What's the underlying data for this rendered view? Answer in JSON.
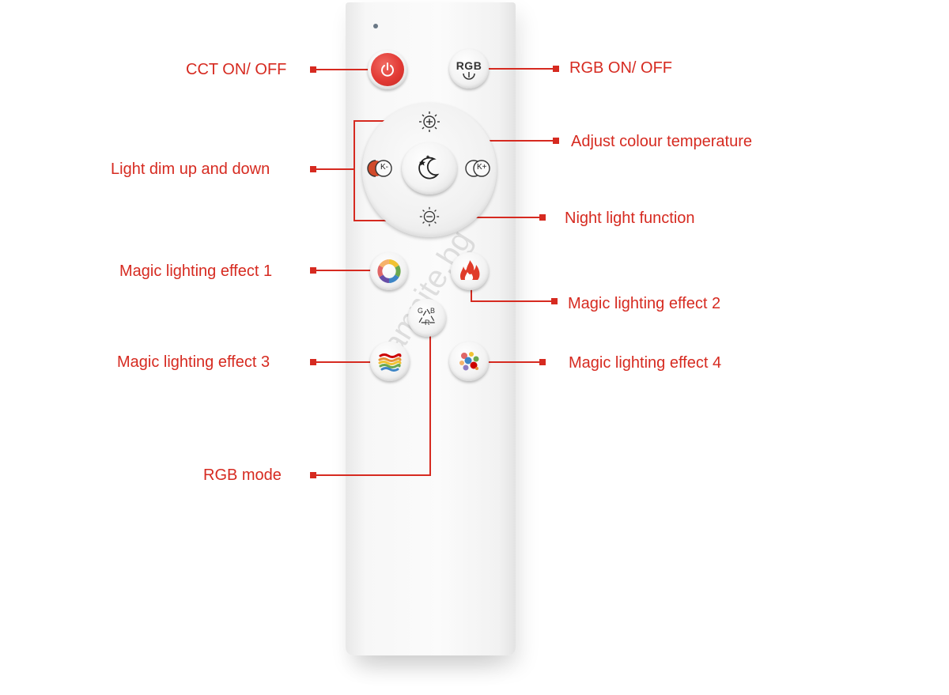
{
  "labels": {
    "cct_onoff": "CCT ON/ OFF",
    "rgb_onoff": "RGB ON/ OFF",
    "adjust_colour_temperature": "Adjust colour temperature",
    "light_dim": "Light dim up and down",
    "night_light": "Night light function",
    "magic_1": "Magic lighting effect 1",
    "magic_2": "Magic lighting effect 2",
    "magic_3": "Magic lighting effect 3",
    "magic_4": "Magic lighting effect 4",
    "rgb_mode": "RGB mode"
  },
  "buttons": {
    "rgb_on_text": "RGB",
    "k_minus": "K-",
    "k_plus": "K+",
    "rgb_mode_letters": {
      "g": "G",
      "b": "B",
      "r": "R"
    }
  },
  "watermark": "lamnite.bg",
  "icons": {
    "power": "power-icon",
    "rgb": "rgb-icon",
    "brightness_up": "sun-plus-icon",
    "brightness_down": "sun-minus-icon",
    "night": "moon-stars-icon",
    "warm": "warm-temperature-icon",
    "cool": "cool-temperature-icon",
    "effect1": "color-wheel-icon",
    "effect2": "flame-icon",
    "effect3": "wave-colors-icon",
    "effect4": "color-dots-icon",
    "rgb_mode": "rgb-cycle-icon"
  },
  "colors": {
    "accent": "#d62a20",
    "power_button": "#e23a35"
  }
}
